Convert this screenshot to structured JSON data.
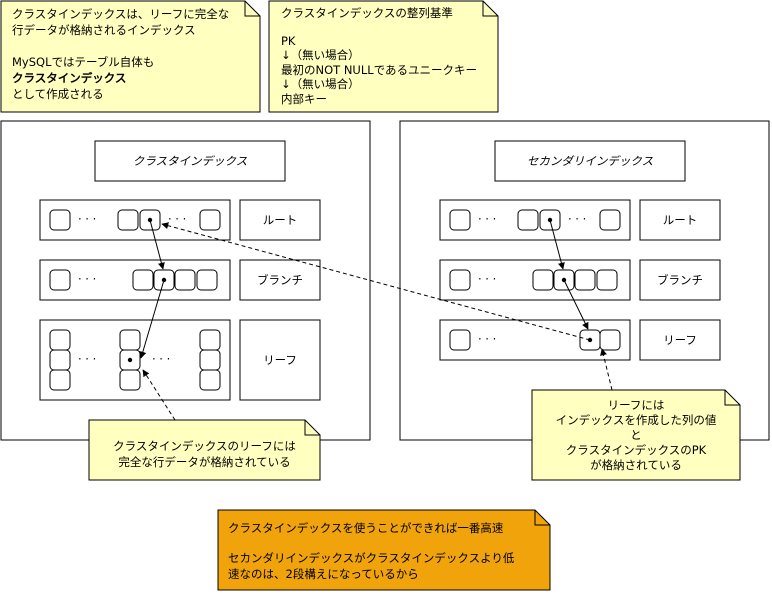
{
  "notes": {
    "top_left": {
      "line1": "クラスタインデックスは、リーフに完全な",
      "line2": "行データが格納されるインデックス",
      "line3": "MySQLではテーブル自体も",
      "line4": "クラスタインデックス",
      "line5": "として作成される"
    },
    "top_right": {
      "title": "クラスタインデックスの整列基準",
      "line1": "PK",
      "line2": "↓（無い場合）",
      "line3": "最初のNOT NULLであるユニークキー",
      "line4": "↓（無い場合）",
      "line5": "内部キー"
    },
    "clustered_leaf_note": {
      "line1": "クラスタインデックスのリーフには",
      "line2": "完全な行データが格納されている"
    },
    "secondary_leaf_note": {
      "line1": "リーフには",
      "line2": "インデックスを作成した列の値",
      "line3": "と",
      "line4": "クラスタインデックスのPK",
      "line5": "が格納されている"
    },
    "bottom_orange": {
      "line1": "クラスタインデックスを使うことができれば一番高速",
      "line2": "セカンダリインデックスがクラスタインデックスより低",
      "line3": "速なのは、2段構えになっているから"
    }
  },
  "clustered": {
    "title": "クラスタインデックス",
    "root_label": "ルート",
    "branch_label": "ブランチ",
    "leaf_label": "リーフ"
  },
  "secondary": {
    "title": "セカンダリインデックス",
    "root_label": "ルート",
    "branch_label": "ブランチ",
    "leaf_label": "リーフ"
  },
  "glyphs": {
    "ellipsis": "· · ·",
    "pointer_dot": "•"
  },
  "colors": {
    "note_fill": "#ffffc0",
    "orange_fill": "#f0a30a"
  }
}
